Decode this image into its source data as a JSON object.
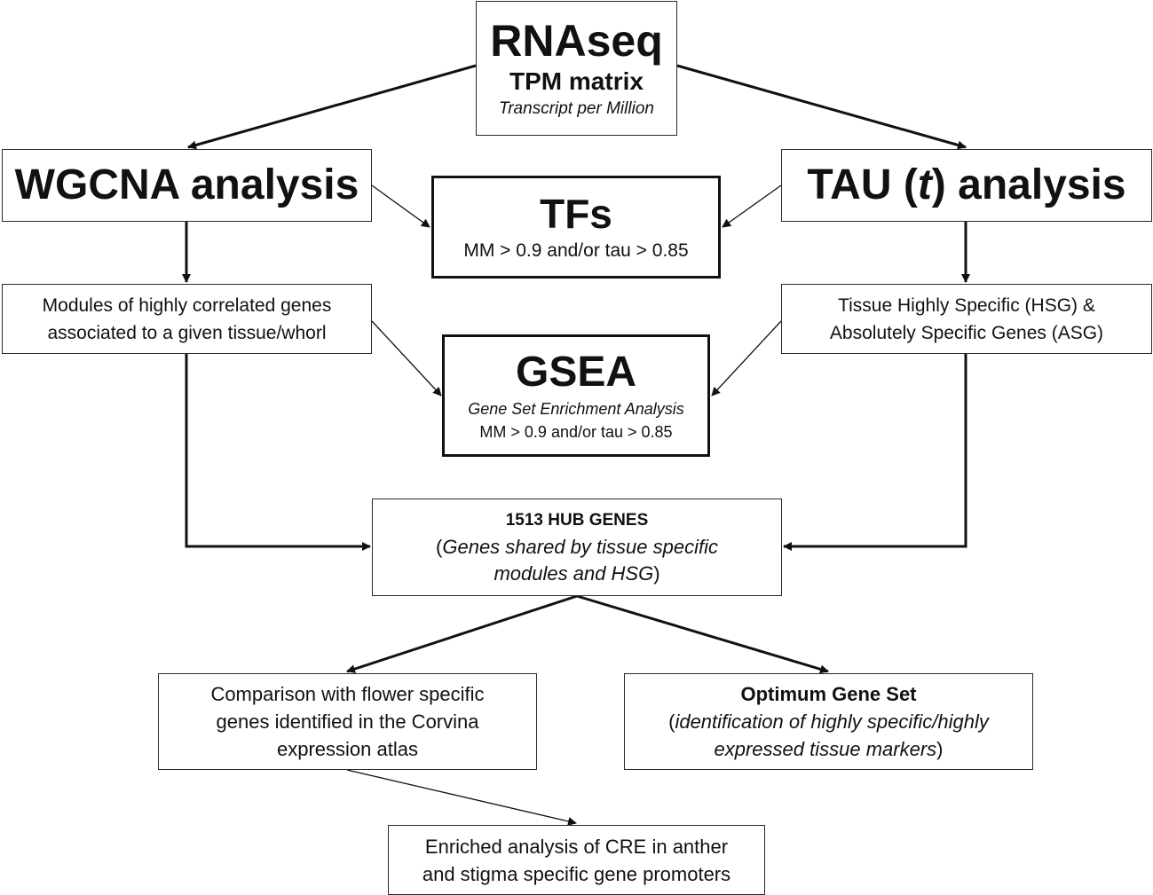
{
  "rnaseq": {
    "title": "RNAseq",
    "subtitle": "TPM matrix",
    "note": "Transcript per Million"
  },
  "wgcna": {
    "title": "WGCNA analysis"
  },
  "tau": {
    "prefix": "TAU (",
    "symbol": "t",
    "suffix": ") analysis"
  },
  "tfs": {
    "title": "TFs",
    "criteria": "MM > 0.9 and/or tau > 0.85"
  },
  "modules": {
    "line1": "Modules of highly correlated genes",
    "line2": "associated to a given tissue/whorl"
  },
  "hsg": {
    "line1": "Tissue Highly Specific (HSG) &",
    "line2": "Absolutely Specific Genes (ASG)"
  },
  "gsea": {
    "title": "GSEA",
    "subtitle": "Gene Set Enrichment Analysis",
    "criteria": "MM > 0.9 and/or tau > 0.85"
  },
  "hub": {
    "title": "1513 HUB GENES",
    "open": "(",
    "line2": "Genes shared by tissue specific",
    "line3": "modules and HSG",
    "close": ")"
  },
  "comparison": {
    "line1": "Comparison with flower specific",
    "line2": "genes identified in the Corvina",
    "line3": "expression atlas"
  },
  "optimum": {
    "title": "Optimum Gene Set",
    "open": "(",
    "line2": "identification of highly specific/highly",
    "line3": "expressed tissue markers",
    "close": ")"
  },
  "cre": {
    "line1": "Enriched analysis of CRE in anther",
    "line2": "and stigma specific gene promoters"
  }
}
